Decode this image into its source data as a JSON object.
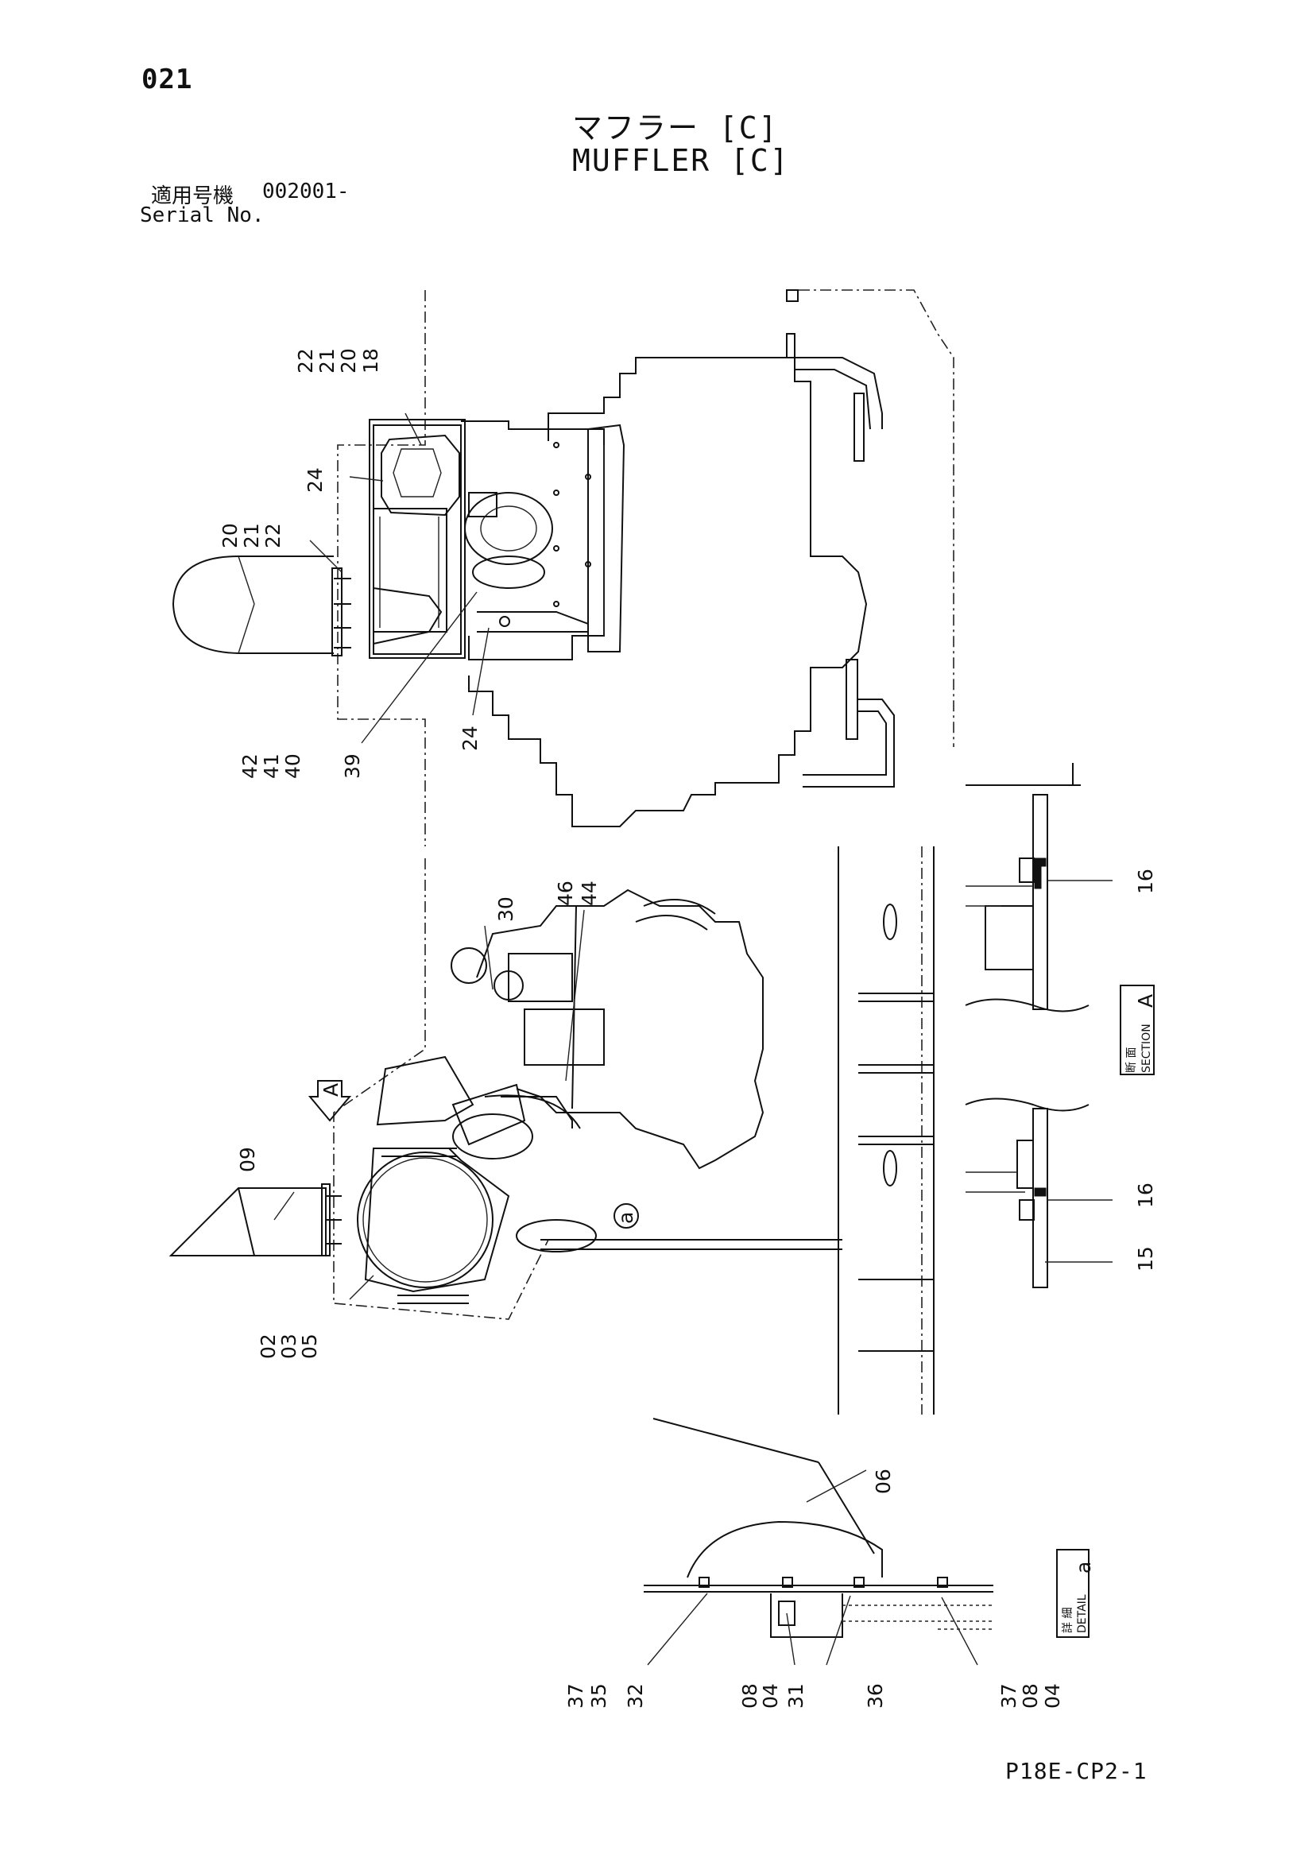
{
  "header": {
    "page_number": "021",
    "title_jp": "マフラー [C]",
    "title_en": "MUFFLER [C]",
    "serial_label_jp": "適用号機",
    "serial_value": "002001-",
    "serial_label_en": "Serial No."
  },
  "footer": {
    "drawing_code": "P18E-CP2-1"
  },
  "views": {
    "section": {
      "label_jp": "断 面",
      "label_en": "SECTION",
      "letter": "A"
    },
    "detail": {
      "label_jp": "詳 細",
      "label_en": "DETAIL",
      "letter": "a"
    },
    "arrow_letter": "A",
    "detail_circle_letter": "a"
  },
  "callouts": {
    "top_group_1": [
      "22",
      "21",
      "20",
      "18"
    ],
    "top_24": "24",
    "top_group_2": [
      "20",
      "21",
      "22"
    ],
    "top_group_3": [
      "42",
      "41",
      "40",
      "39"
    ],
    "top_24b": "24",
    "mid_group_1": [
      "46",
      "44"
    ],
    "mid_30": "30",
    "mid_09": "09",
    "mid_group_2": [
      "02",
      "03",
      "05"
    ],
    "sec_16a": "16",
    "sec_16b": "16",
    "sec_15": "15",
    "det_06": "06",
    "det_group_1": [
      "37",
      "35",
      "32"
    ],
    "det_group_2": [
      "08",
      "04",
      "31"
    ],
    "det_36": "36",
    "det_group_3": [
      "37",
      "08",
      "04"
    ]
  }
}
